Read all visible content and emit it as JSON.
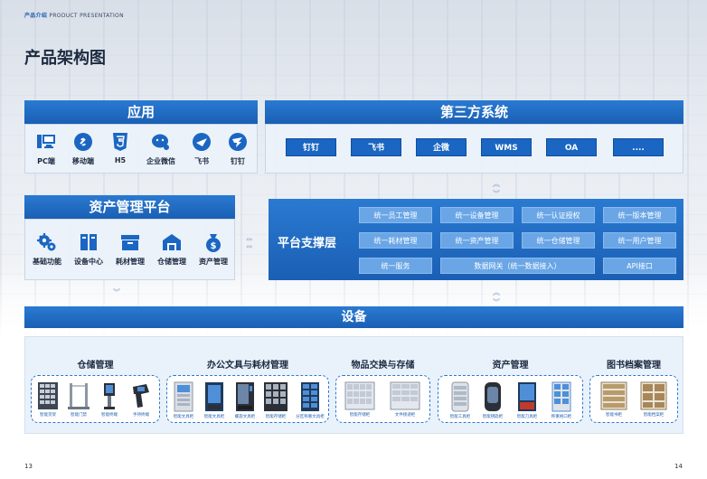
{
  "header": {
    "section": "产品介绍",
    "section_en": "PRODUCT PRESENTATION",
    "title": "产品架构图"
  },
  "apps": {
    "title": "应用",
    "items": [
      {
        "label": "PC端",
        "icon": "pc-icon"
      },
      {
        "label": "移动端",
        "icon": "mobile-link-icon"
      },
      {
        "label": "H5",
        "icon": "html5-icon"
      },
      {
        "label": "企业微信",
        "icon": "wecom-icon"
      },
      {
        "label": "飞书",
        "icon": "feishu-icon"
      },
      {
        "label": "钉钉",
        "icon": "dingtalk-icon"
      }
    ]
  },
  "third_party": {
    "title": "第三方系统",
    "items": [
      "钉钉",
      "飞书",
      "企微",
      "WMS",
      "OA",
      "...."
    ]
  },
  "asset_platform": {
    "title": "资产管理平台",
    "items": [
      {
        "label": "基础功能",
        "icon": "gears-icon"
      },
      {
        "label": "设备中心",
        "icon": "device-center-icon"
      },
      {
        "label": "耗材管理",
        "icon": "consumables-box-icon"
      },
      {
        "label": "仓储管理",
        "icon": "warehouse-icon"
      },
      {
        "label": "资产管理",
        "icon": "money-bag-icon"
      }
    ]
  },
  "support_layer": {
    "title": "平台支撑层",
    "items": [
      "统一员工管理",
      "统一设备管理",
      "统一认证授权",
      "统一版本管理",
      "统一耗材管理",
      "统一资产管理",
      "统一仓储管理",
      "统一用户管理",
      "统一服务",
      "数据网关（统一数据接入）",
      "API接口"
    ]
  },
  "devices": {
    "title": "设备",
    "groups": [
      {
        "title": "仓储管理",
        "devices": [
          "智能货架",
          "智能门禁",
          "智能终端",
          "手持终端"
        ]
      },
      {
        "title": "办公文具与耗材管理",
        "devices": [
          "智能文具柜",
          "智能文具柜",
          "螺旋文具柜",
          "智能存储柜",
          "分区称重文具柜"
        ]
      },
      {
        "title": "物品交换与存储",
        "devices": [
          "智能存储柜",
          "文件接递柜"
        ]
      },
      {
        "title": "资产管理",
        "devices": [
          "智能工具柜",
          "智能钥匙柜",
          "智能刀具柜",
          "称重格口柜"
        ]
      },
      {
        "title": "图书档案管理",
        "devices": [
          "智能书柜",
          "智能档案柜"
        ]
      }
    ]
  },
  "pages": {
    "left": "13",
    "right": "14"
  },
  "colors": {
    "primary": "#1a66c2",
    "bar": "#1f6cc4",
    "accent_light": "#6aa6e6",
    "panel_bg": "#eaf1fa"
  }
}
